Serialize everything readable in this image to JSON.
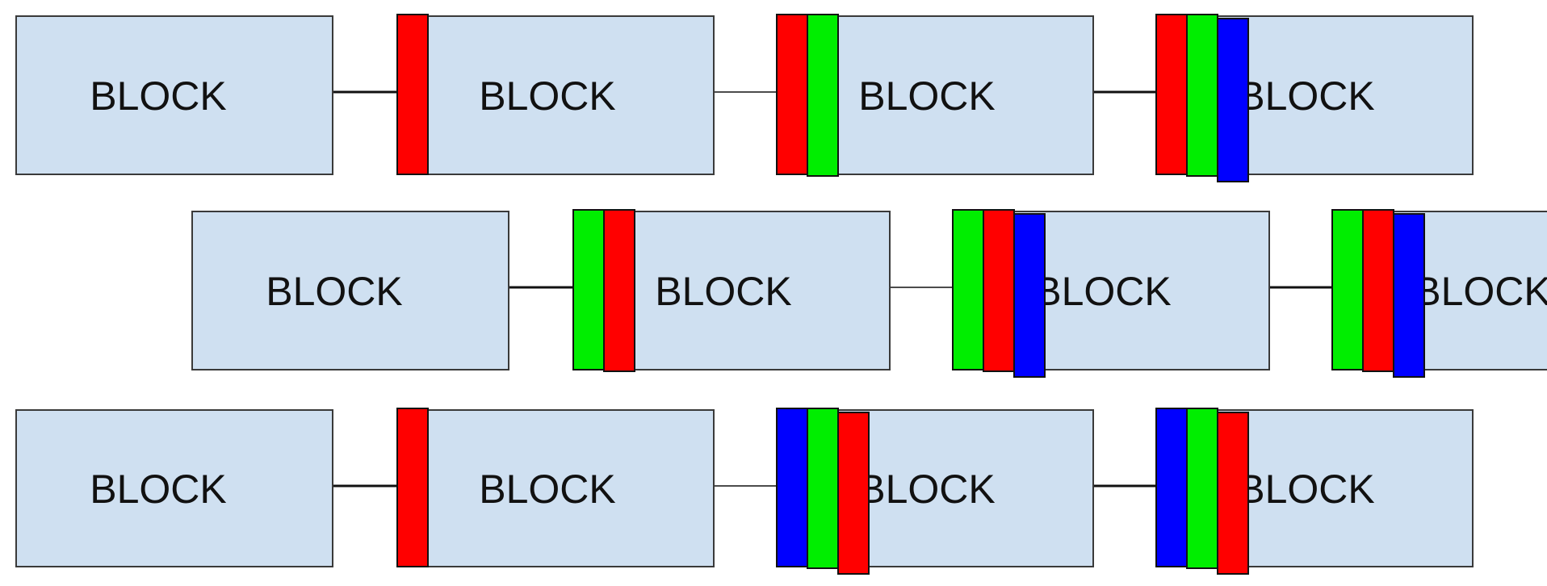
{
  "colors": {
    "block_fill": "#cfe0f1",
    "block_stroke": "#3a3a3a",
    "connector": "#111111",
    "red": "#ff0000",
    "green": "#00ee00",
    "blue": "#0000ff"
  },
  "rows": [
    {
      "blocks": [
        {
          "label": "BLOCK",
          "stripes": []
        },
        {
          "label": "BLOCK",
          "stripes": [
            "red"
          ]
        },
        {
          "label": "BLOCK",
          "stripes": [
            "red",
            "green"
          ]
        },
        {
          "label": "BLOCK",
          "stripes": [
            "red",
            "green",
            "blue"
          ]
        }
      ]
    },
    {
      "blocks": [
        {
          "label": "BLOCK",
          "stripes": []
        },
        {
          "label": "BLOCK",
          "stripes": [
            "green",
            "red"
          ]
        },
        {
          "label": "BLOCK",
          "stripes": [
            "green",
            "red",
            "blue"
          ]
        },
        {
          "label": "BLOCK",
          "stripes": [
            "green",
            "red",
            "blue"
          ]
        }
      ]
    },
    {
      "blocks": [
        {
          "label": "BLOCK",
          "stripes": []
        },
        {
          "label": "BLOCK",
          "stripes": [
            "red"
          ]
        },
        {
          "label": "BLOCK",
          "stripes": [
            "blue",
            "green",
            "red"
          ]
        },
        {
          "label": "BLOCK",
          "stripes": [
            "blue",
            "green",
            "red"
          ]
        }
      ]
    }
  ]
}
